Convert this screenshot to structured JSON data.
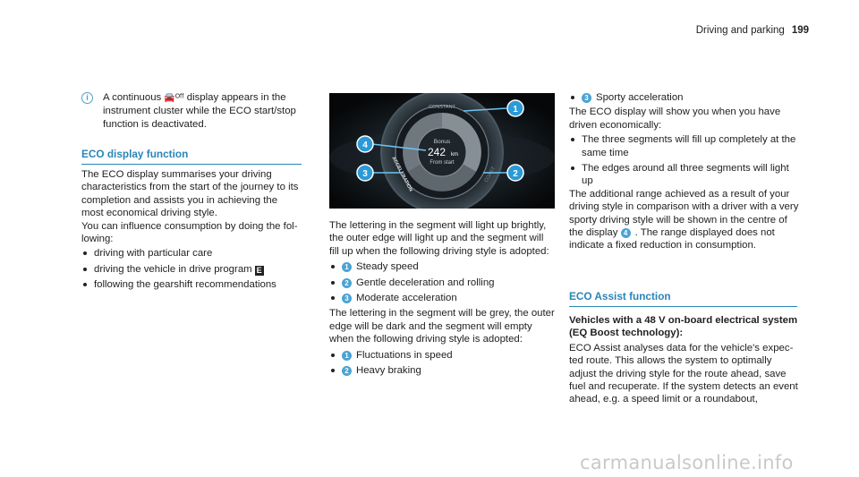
{
  "header": {
    "section": "Driving and parking",
    "page_number": "199"
  },
  "note": {
    "text_before": "A continuous",
    "symbol": "🚘ᴼᶠᶠ",
    "text_after": "display appears in the instrument cluster while the ECO start/stop function is deactivated."
  },
  "eco_display": {
    "heading": "ECO display function",
    "intro": "The ECO display summarises your driving character­istics from the start of the journey to its completion and assists you in achieving the most economical driving style.",
    "influence": "You can influence consumption by doing the fol­lowing:",
    "items": [
      {
        "text": "driving with particular care",
        "program": ""
      },
      {
        "text": "driving the vehicle in drive program",
        "program": "E"
      },
      {
        "text": "following the gearshift recommendations",
        "program": ""
      }
    ]
  },
  "figure": {
    "top_label": "CONSTANT",
    "left_label": "ACCELERATION",
    "right_label": "COAST",
    "center_line1": "Bonus",
    "center_value": "242",
    "center_unit": "km",
    "center_line3": "From start",
    "callouts": [
      "1",
      "2",
      "3",
      "4"
    ]
  },
  "segments": {
    "lit_text": "The lettering in the segment will light up brightly, the outer edge will light up and the segment will fill up when the following driving style is adop­ted:",
    "lit_items": [
      {
        "num": "1",
        "text": "Steady speed"
      },
      {
        "num": "2",
        "text": "Gentle deceleration and rolling"
      },
      {
        "num": "3",
        "text": "Moderate acceleration"
      }
    ],
    "grey_text": "The lettering in the segment will be grey, the outer edge will be dark and the segment will empty when the following driving style is adop­ted:",
    "grey_items": [
      {
        "num": "1",
        "text": "Fluctuations in speed"
      },
      {
        "num": "2",
        "text": "Heavy braking"
      },
      {
        "num": "3",
        "text": "Sporty acceleration"
      }
    ]
  },
  "economical": {
    "text": "The ECO display will show you when you have driven economically:",
    "items": [
      "The three segments will fill up completely at the same time",
      "The edges around all three segments will light up"
    ],
    "additional_before": "The additional range achieved as a result of your driving style in comparison with a driver with a very sporty driving style will be shown in the centre of the display",
    "additional_num": "4",
    "additional_after": ". The range displayed does not indicate a fixed reduction in consump­tion."
  },
  "eco_assist": {
    "heading": "ECO Assist function",
    "subheading": "Vehicles with a 48 V on-board electrical sys­tem (EQ Boost technology):",
    "text": "ECO Assist analyses data for the vehicle's expec­ted route. This allows the system to optimally adjust the driving style for the route ahead, save fuel and recuperate. If the system detects an event ahead, e.g. a speed limit or a roundabout,"
  },
  "watermark": "carmanualsonline.info",
  "colors": {
    "accent": "#2a85b7",
    "callout": "#4aa3d4"
  }
}
